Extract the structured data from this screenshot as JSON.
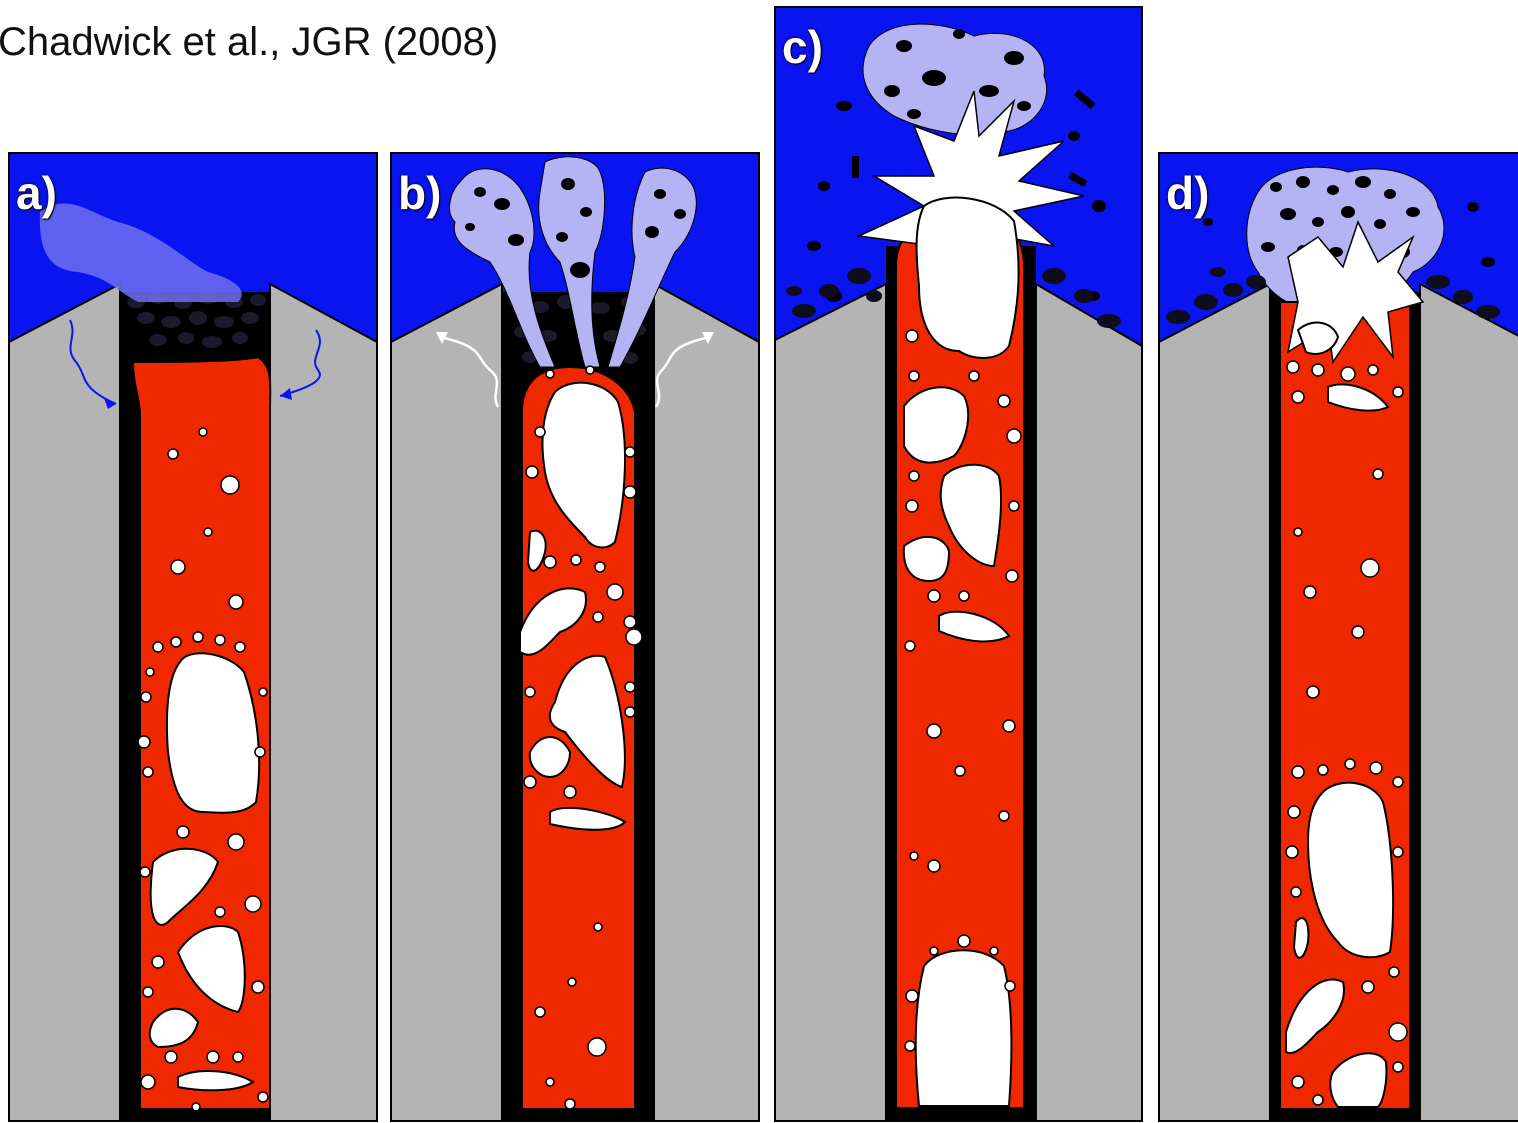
{
  "citation": "Chadwick et al., JGR (2008)",
  "panels": [
    {
      "label": "a)"
    },
    {
      "label": "b)"
    },
    {
      "label": "c)"
    },
    {
      "label": "d)"
    }
  ],
  "colors": {
    "water": "#0a14f0",
    "rock": "#b4b4b4",
    "magma": "#f02800",
    "plume": "#b4b4f5",
    "plume_dark": "#6f6ff0",
    "gas": "#ffffff",
    "outline": "#000000"
  }
}
